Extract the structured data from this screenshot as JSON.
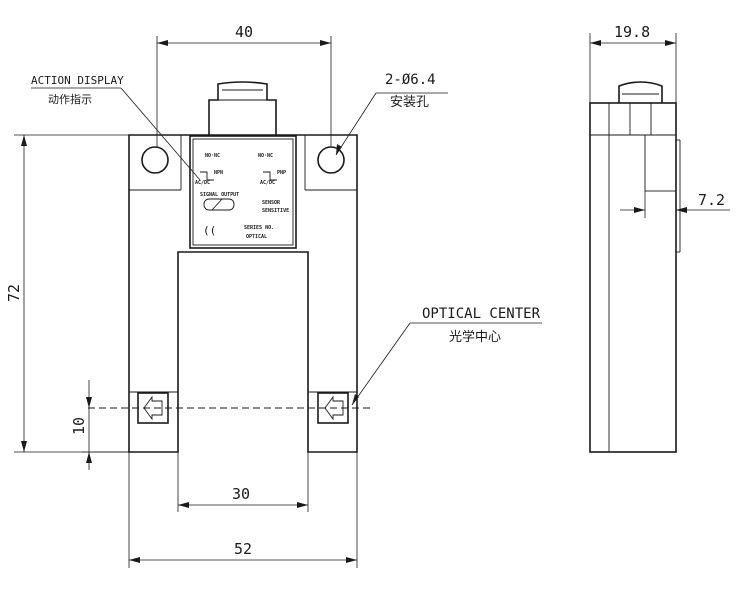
{
  "dimensions": {
    "top_width": "40",
    "side_width": "19.8",
    "height": "72",
    "slot_width": "30",
    "total_width": "52",
    "optical_offset": "10",
    "side_offset": "7.2"
  },
  "labels": {
    "action_display_en": "ACTION DISPLAY",
    "action_display_cn": "动作指示",
    "holes_en": "2-Ø6.4",
    "holes_cn": "安装孔",
    "optical_center_en": "OPTICAL CENTER",
    "optical_center_cn": "光学中心"
  }
}
